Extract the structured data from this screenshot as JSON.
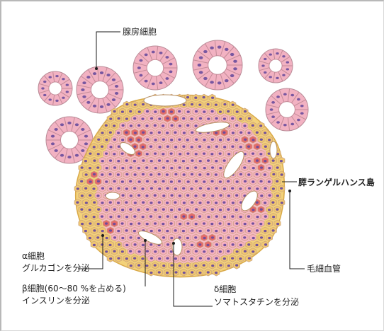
{
  "labels": {
    "acinar": "腺房細胞",
    "islet": "膵ランゲルハンス島",
    "alpha_title": "α細胞",
    "alpha_desc": "グルカゴンを分泌",
    "beta_title": "β細胞(60〜80 %を占める)",
    "beta_desc": "インスリンを分泌",
    "delta_title": "δ細胞",
    "delta_desc": "ソマトスタチンを分泌",
    "capillary": "毛細血管"
  },
  "colors": {
    "islet_outer": "#f3d27a",
    "islet_inner": "#f7b9c4",
    "beta_cell": "#f6b0c0",
    "alpha_cell": "#f1c870",
    "delta_cell": "#e46a6a",
    "acinar_fill": "#f2b2c2",
    "acinar_lumen": "#ffffff",
    "nucleus": "#6a4c9c",
    "vessel": "#ffffff"
  }
}
